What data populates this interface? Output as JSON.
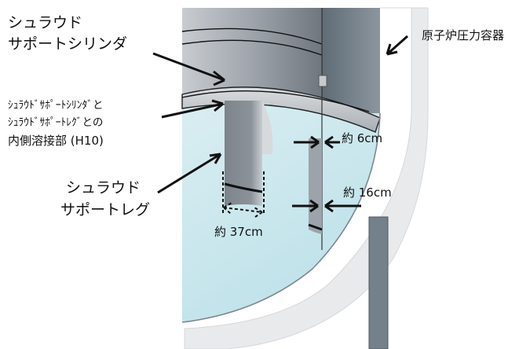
{
  "labels": {
    "shroud_support_cylinder_line1": "シュラウド",
    "shroud_support_cylinder_line2": "サポートシリンダ",
    "weld_line1": "ｼｭﾗｳﾄﾞｻﾎﾟｰﾄｼﾘﾝﾀﾞと",
    "weld_line2": "ｼｭﾗｳﾄﾞｻﾎﾟｰﾄﾚｸﾞとの",
    "weld_line3": "内側溶接部 (H10)",
    "shroud_support_leg_line1": "シュラウド",
    "shroud_support_leg_line2": "サポートレグ",
    "reactor_pressure_vessel": "原子炉圧力容器"
  },
  "dimensions": {
    "gap_top": "約 6cm",
    "gap_mid": "約 16cm",
    "leg_width": "約 37cm"
  },
  "colors": {
    "cylinder_gray": "#8e9299",
    "vessel_wall": "#e8eaec",
    "water_blue": "#cfe9ef",
    "dark_wall": "#66707a"
  }
}
